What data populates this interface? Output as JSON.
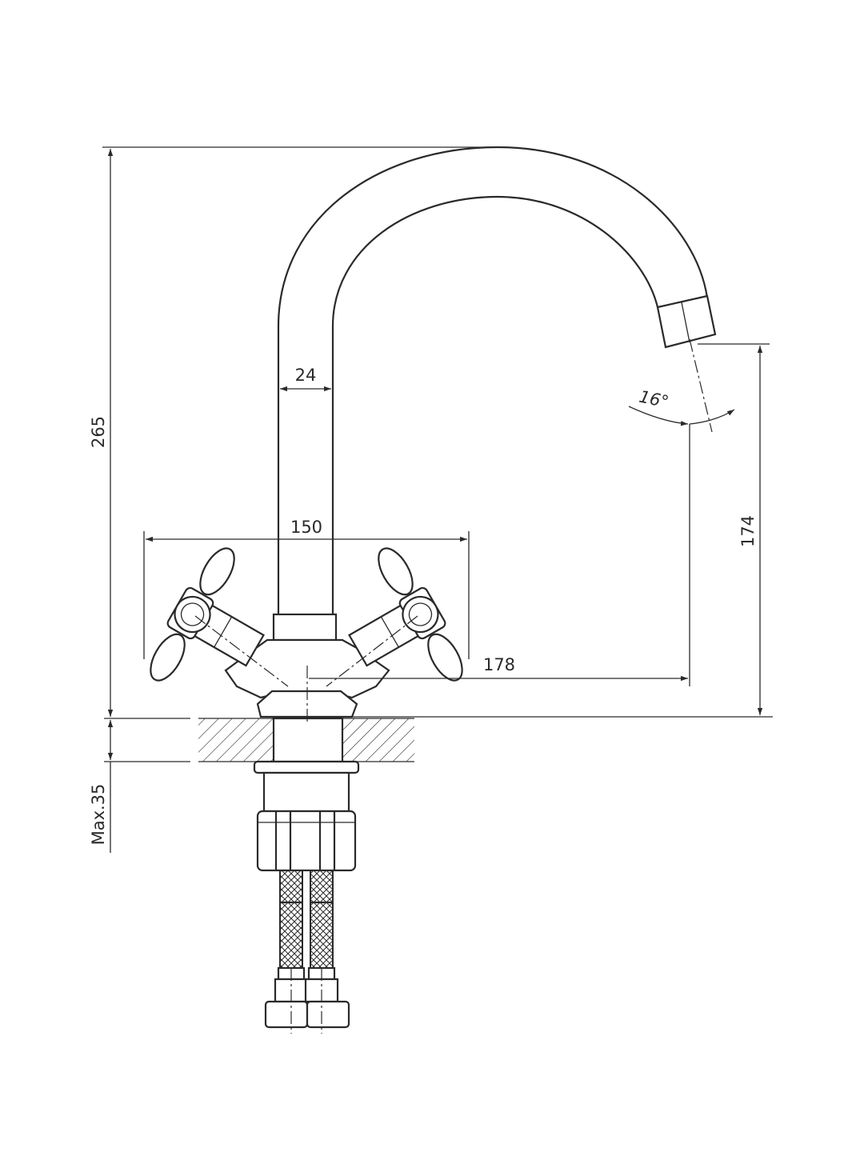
{
  "dimensions": {
    "total_height": "265",
    "spout_diameter": "24",
    "handle_span": "150",
    "spout_reach": "178",
    "spout_height": "174",
    "max_counter_thickness": "Max.35",
    "spout_angle": "16°"
  }
}
